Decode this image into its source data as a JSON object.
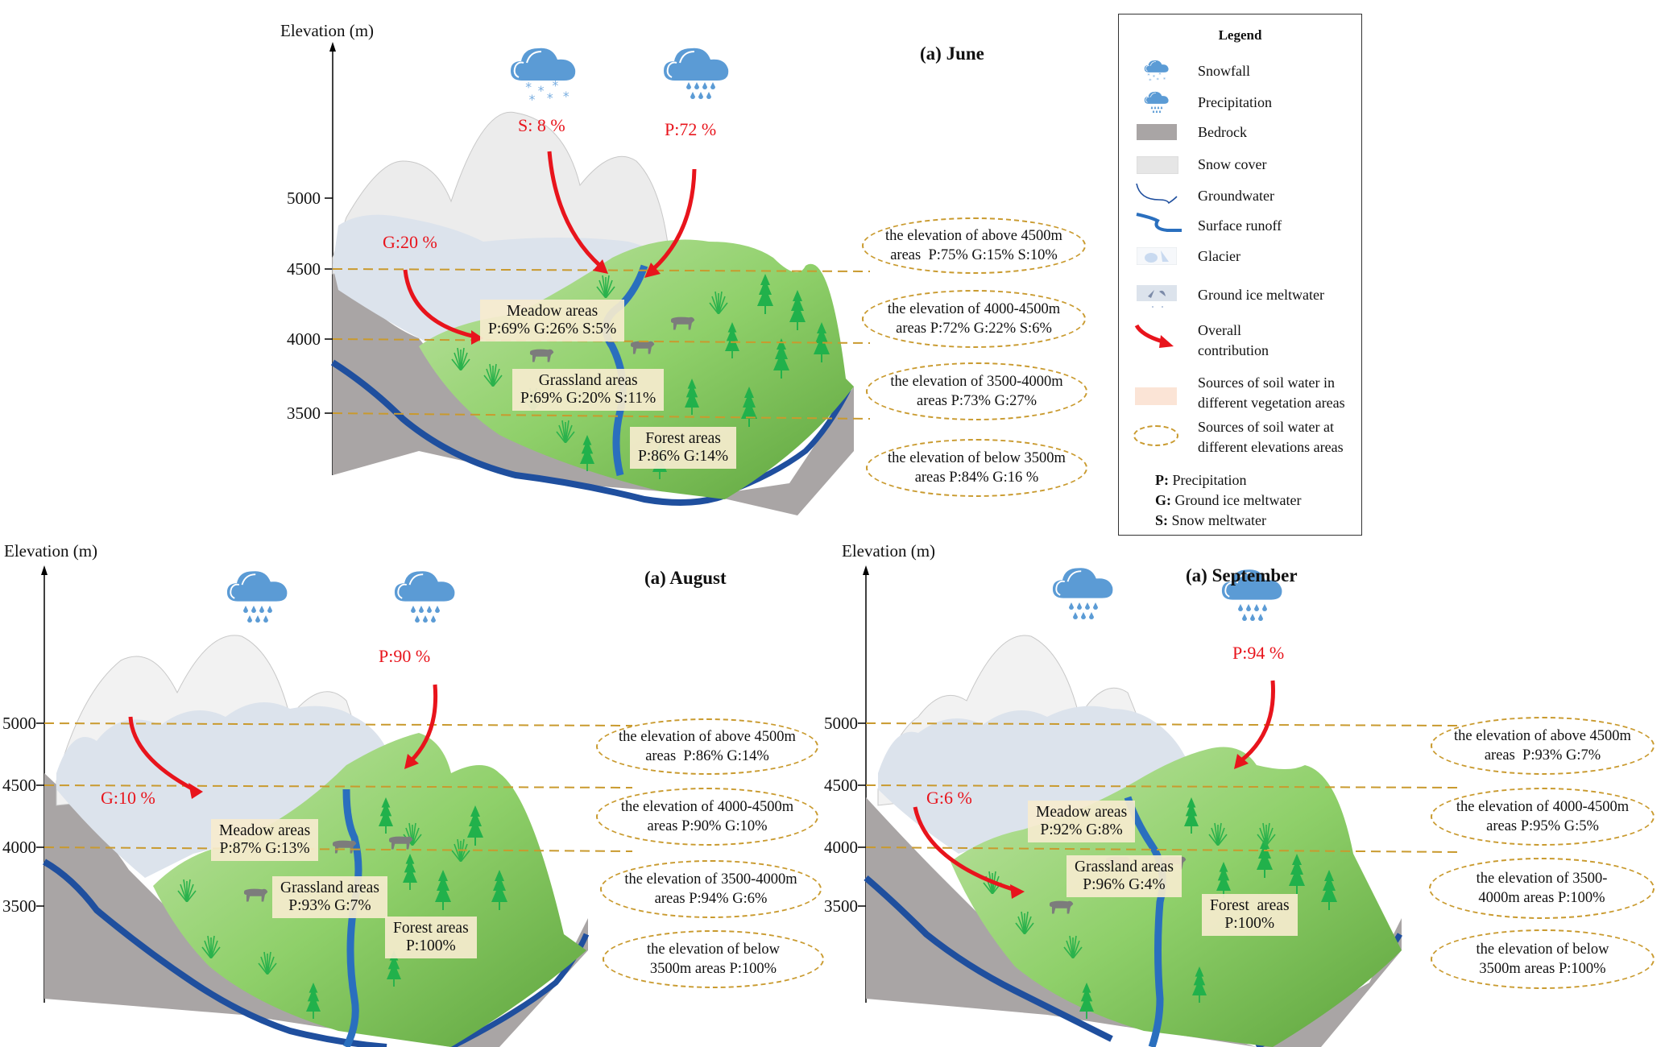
{
  "colors": {
    "accent_red": "#e8141c",
    "dash_gold": "#c99a2e",
    "cloud_blue": "#5b9bd5",
    "bedrock_gray": "#a9a5a5",
    "snow_cover": "#e6e6e6",
    "glacier_blue": "#dce3ec",
    "ground_ice": "#7b8aa8",
    "runoff_blue": "#2a6fbe",
    "groundwater_blue": "#1f4f9e",
    "meadow_green": "#a8d98a",
    "forest_green": "#6cbf4c",
    "veg_box_fill": "#f6ecce"
  },
  "axis": {
    "title": "Elevation (m)",
    "ticks": [
      "5000",
      "4500",
      "4000",
      "3500"
    ]
  },
  "panels": [
    {
      "id": "june",
      "title": "(a) June",
      "clouds": [
        "snowfall",
        "precipitation"
      ],
      "cloud_labels": [
        "S: 8 %",
        "P:72 %"
      ],
      "ground_ice_label": "G:20 %",
      "vegetation": [
        {
          "name": "Meadow areas",
          "values": "P:69% G:26% S:5%"
        },
        {
          "name": "Grassland areas",
          "values": "P:69% G:20% S:11%"
        },
        {
          "name": "Forest areas",
          "values": "P:86% G:14%"
        }
      ],
      "elevations": [
        {
          "line1": "the elevation of above 4500m",
          "line2": "areas  P:75% G:15% S:10%"
        },
        {
          "line1": "the elevation of 4000-4500m",
          "line2": "areas P:72% G:22% S:6%"
        },
        {
          "line1": "the elevation of 3500-4000m",
          "line2": "areas P:73% G:27%"
        },
        {
          "line1": "the elevation of below 3500m",
          "line2": "areas P:84% G:16 %"
        }
      ]
    },
    {
      "id": "august",
      "title": "(a) August",
      "clouds": [
        "precipitation",
        "precipitation"
      ],
      "cloud_labels": [
        "",
        "P:90 %"
      ],
      "ground_ice_label": "G:10 %",
      "vegetation": [
        {
          "name": "Meadow areas",
          "values": "P:87% G:13%"
        },
        {
          "name": "Grassland areas",
          "values": "P:93% G:7%"
        },
        {
          "name": "Forest areas",
          "values": "P:100%"
        }
      ],
      "elevations": [
        {
          "line1": "the elevation of above 4500m",
          "line2": "areas  P:86% G:14%"
        },
        {
          "line1": "the elevation of 4000-4500m",
          "line2": "areas P:90% G:10%"
        },
        {
          "line1": "the elevation of 3500-4000m",
          "line2": "areas P:94% G:6%"
        },
        {
          "line1": "the elevation of below",
          "line2": "3500m areas P:100%"
        }
      ]
    },
    {
      "id": "september",
      "title": "(a) September",
      "clouds": [
        "precipitation",
        "precipitation"
      ],
      "cloud_labels": [
        "",
        "P:94 %"
      ],
      "ground_ice_label": "G:6 %",
      "vegetation": [
        {
          "name": "Meadow areas",
          "values": "P:92% G:8%"
        },
        {
          "name": "Grassland areas",
          "values": "P:96% G:4%"
        },
        {
          "name": "Forest  areas",
          "values": "P:100%"
        }
      ],
      "elevations": [
        {
          "line1": "the elevation of above 4500m",
          "line2": "areas  P:93% G:7%"
        },
        {
          "line1": "the elevation of 4000-4500m",
          "line2": "areas P:95% G:5%"
        },
        {
          "line1": "the elevation of 3500-",
          "line2": "4000m areas P:100%"
        },
        {
          "line1": "the elevation of below",
          "line2": "3500m areas P:100%"
        }
      ]
    }
  ],
  "legend": {
    "title": "Legend",
    "items": [
      {
        "icon": "snowfall-cloud-icon",
        "label": "Snowfall"
      },
      {
        "icon": "precipitation-cloud-icon",
        "label": "Precipitation"
      },
      {
        "icon": "bedrock-swatch",
        "label": "Bedrock"
      },
      {
        "icon": "snow-cover-swatch",
        "label": "Snow cover"
      },
      {
        "icon": "groundwater-line-icon",
        "label": "Groundwater"
      },
      {
        "icon": "surface-runoff-icon",
        "label": "Surface runoff"
      },
      {
        "icon": "glacier-swatch",
        "label": "Glacier"
      },
      {
        "icon": "ground-ice-swatch",
        "label": "Ground ice meltwater"
      },
      {
        "icon": "red-arrow-icon",
        "label_line1": "Overall",
        "label_line2": "contribution"
      },
      {
        "icon": "vegetation-box-swatch",
        "label_line1": "Sources of soil water in",
        "label_line2": "different vegetation areas"
      },
      {
        "icon": "dashed-ellipse-swatch",
        "label_line1": "Sources of soil water at",
        "label_line2": "different elevations areas"
      }
    ],
    "abbreviations": [
      {
        "key": "P:",
        "text": " Precipitation"
      },
      {
        "key": "G:",
        "text": " Ground ice meltwater"
      },
      {
        "key": "S:",
        "text": " Snow meltwater"
      }
    ]
  }
}
